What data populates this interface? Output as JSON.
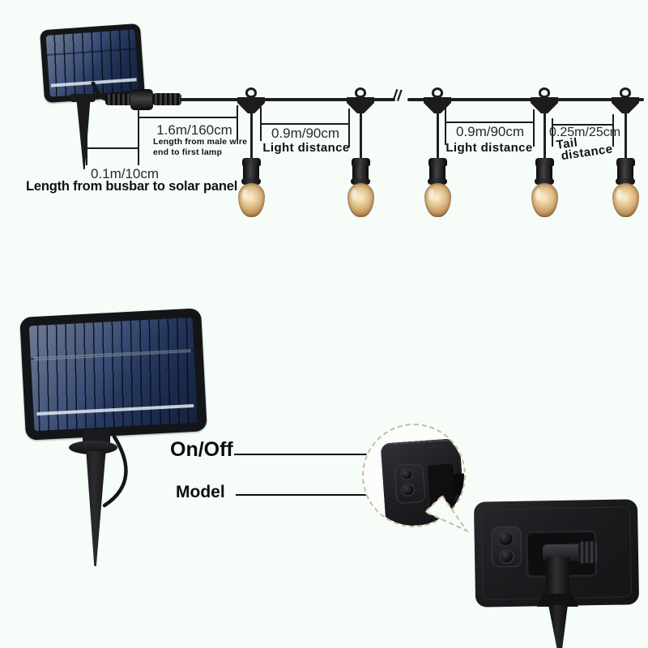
{
  "top_diagram": {
    "dim_busbar": {
      "value": "0.1m/10cm",
      "label": "Length from busbar to solar panel"
    },
    "dim_male_wire": {
      "value": "1.6m/160cm",
      "label_lines": [
        "Length from male wire",
        "end to first lamp"
      ]
    },
    "dim_light_1": {
      "value": "0.9m/90cm",
      "label": "Light distance"
    },
    "dim_light_2": {
      "value": "0.9m/90cm",
      "label": "Light distance"
    },
    "dim_tail": {
      "value": "0.25m/25cm",
      "label_lines": [
        "Tail",
        "distance"
      ]
    },
    "wire_break_symbol": "//"
  },
  "bottom_detail": {
    "onoff_label": "On/Off",
    "model_label": "Model"
  },
  "colors": {
    "background": "#f6fcf8",
    "line": "#1b1b1b",
    "panel_cell_blue": "#27395f",
    "panel_reflection": "#6d7b94",
    "bulb_amber": "#e3c390",
    "detail_circle_dash": "#c9bd9e",
    "hardware_black": "#1c1c1e"
  }
}
